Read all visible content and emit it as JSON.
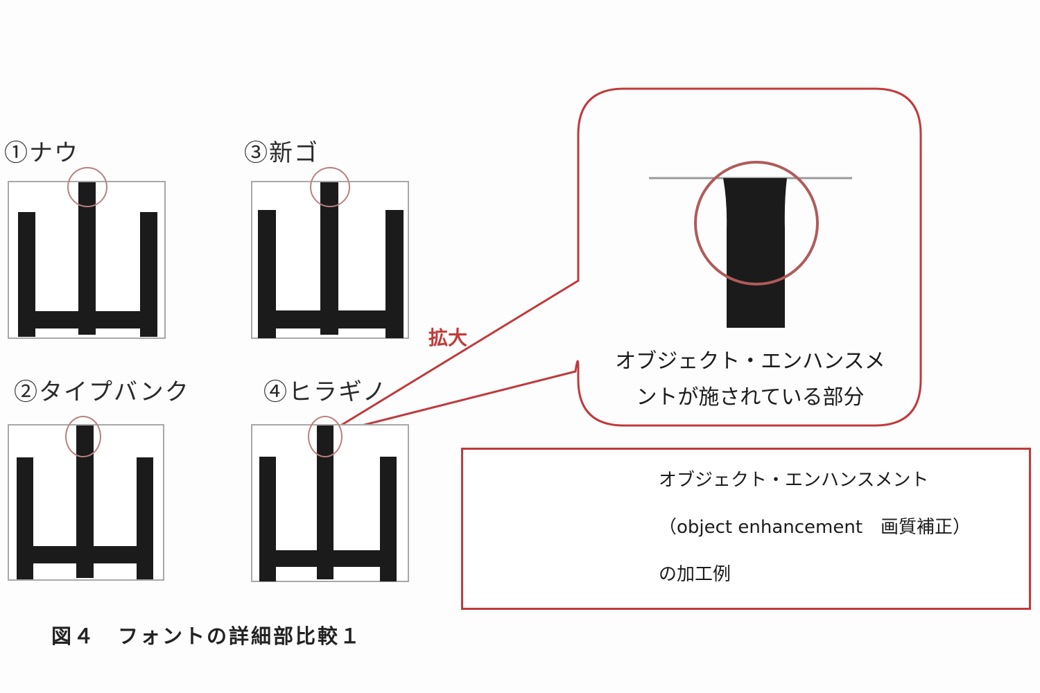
{
  "figure": {
    "caption": "図４　フォントの詳細部比較１",
    "zoom_label": "拡大",
    "accent_color": "#c0393b",
    "glyph_character": "山"
  },
  "fonts": [
    {
      "number": "①",
      "name": "ナウ",
      "label": "①ナウ"
    },
    {
      "number": "②",
      "name": "タイプバンク",
      "label": "②タイプバンク"
    },
    {
      "number": "③",
      "name": "新ゴ",
      "label": "③新ゴ"
    },
    {
      "number": "④",
      "name": "ヒラギノ",
      "label": "④ヒラギノ"
    }
  ],
  "callout": {
    "line1": "オブジェクト・エンハンスメ",
    "line2": "ントが施されている部分"
  },
  "legend": {
    "line1": "オブジェクト・エンハンスメント",
    "line2": "（object enhancement　画質補正）",
    "line3": "の加工例"
  }
}
